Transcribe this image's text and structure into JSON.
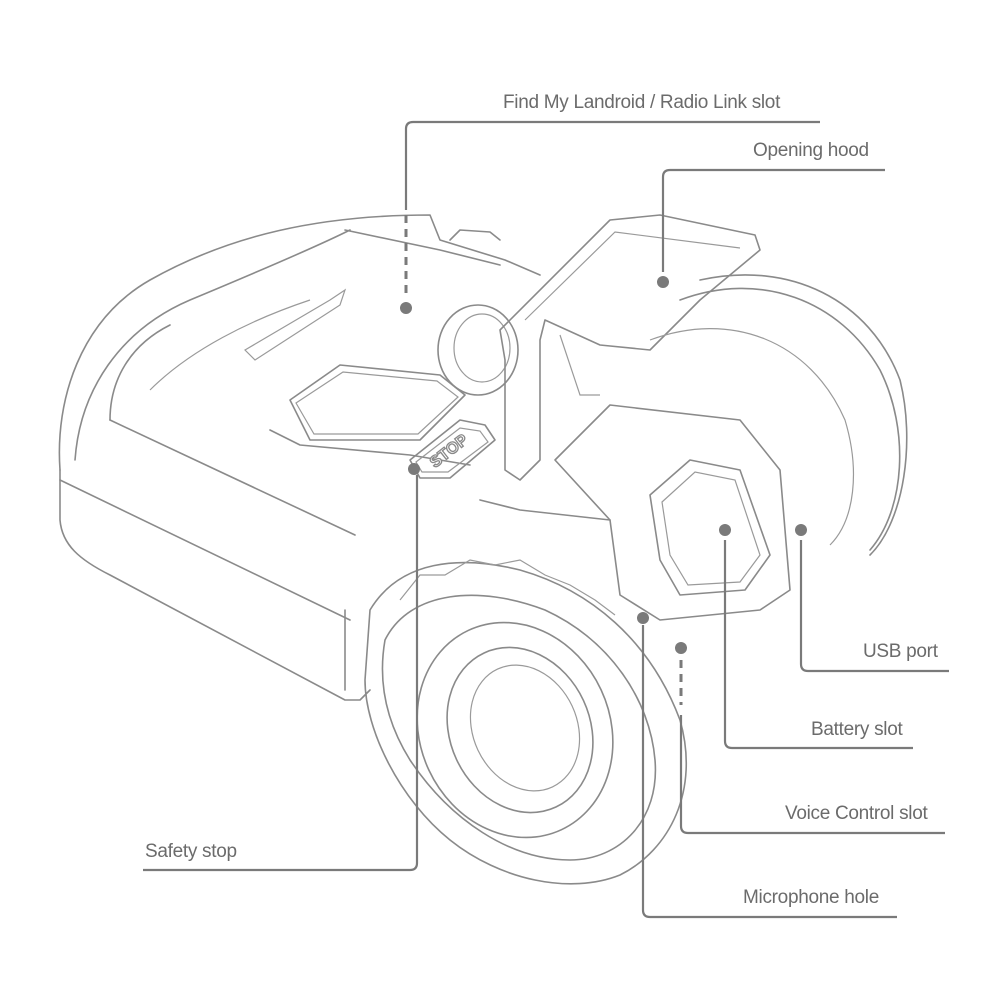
{
  "diagram": {
    "subject": "Robotic lawn mower (Landroid) component callouts",
    "stop_button_text": "STOP",
    "labels": {
      "find_my_landroid": "Find My Landroid / Radio Link slot",
      "opening_hood": "Opening hood",
      "usb_port": "USB port",
      "battery_slot": "Battery slot",
      "voice_control_slot": "Voice Control slot",
      "microphone_hole": "Microphone hole",
      "safety_stop": "Safety stop"
    },
    "colors": {
      "line": "#7a7a7a",
      "text": "#6b6b6b",
      "background": "#ffffff"
    }
  }
}
